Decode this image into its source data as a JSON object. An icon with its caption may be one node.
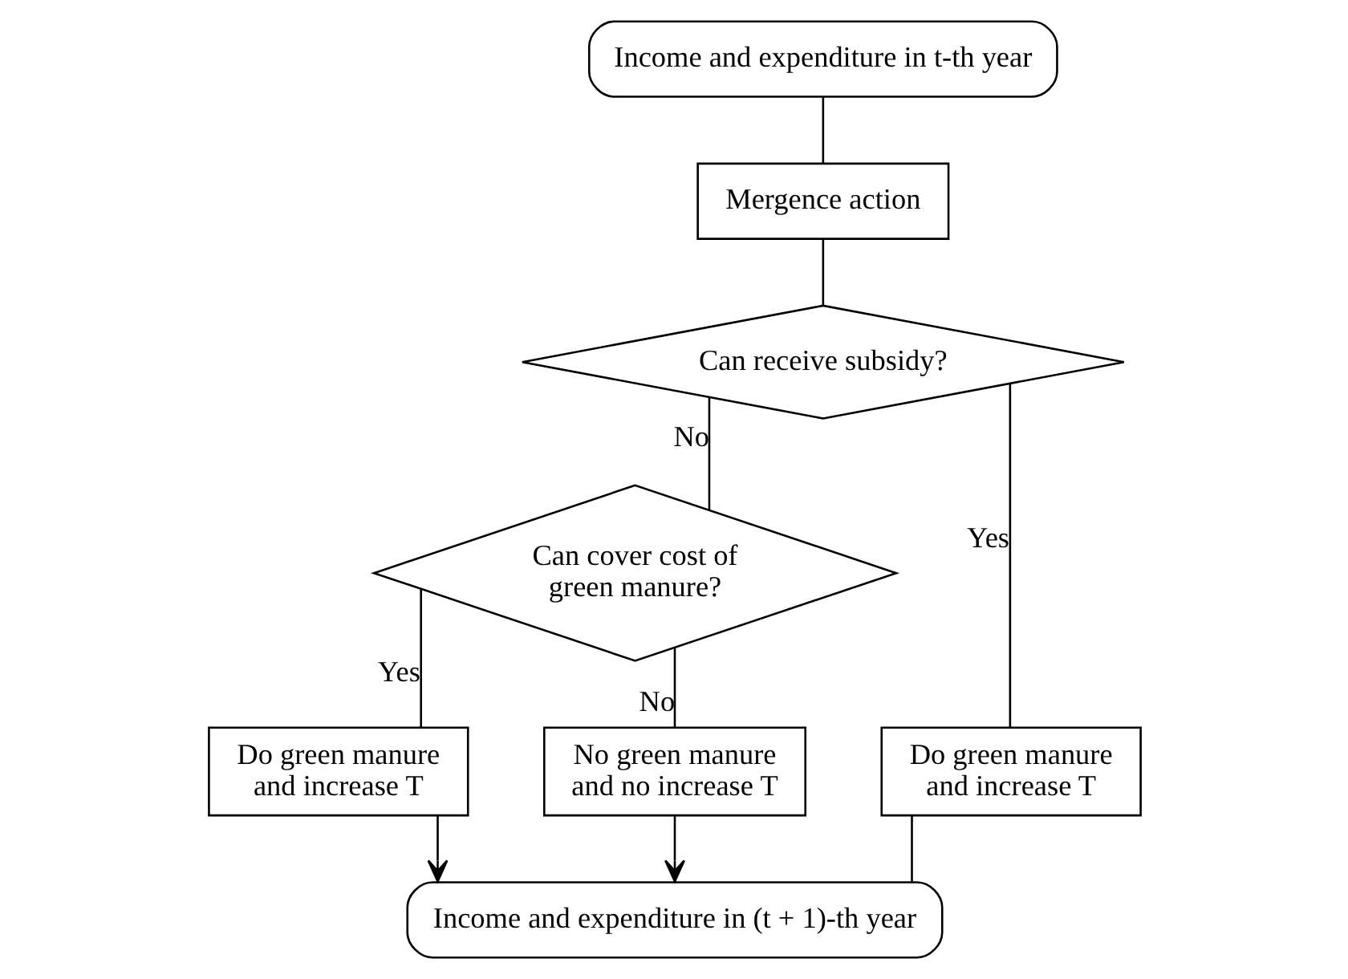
{
  "diagram": {
    "nodes": [
      {
        "text": [
          "Income and expenditure in t-th year"
        ]
      },
      {
        "text": [
          "Mergence action"
        ]
      },
      {
        "text": [
          "Can receive subsidy?"
        ]
      },
      {
        "text": [
          "Can cover cost of green manure?"
        ]
      },
      {
        "text": [
          "Do green manure and increase T"
        ]
      },
      {
        "text": [
          "Do green manure and increase T"
        ]
      },
      {
        "text": [
          "No green manure and no increase T"
        ]
      },
      {
        "text": [
          "Income and expenditure in (t + 1)-th year"
        ]
      }
    ],
    "edges": [
      {
        "from": 0,
        "to": 1,
        "arrow": "none"
      },
      {
        "from": 1,
        "to": 2,
        "arrow": "none"
      },
      {
        "from": 2,
        "to": 3,
        "arrow": "none",
        "label": "No"
      },
      {
        "from": 2,
        "to": 4,
        "arrow": "none",
        "label": "Yes"
      },
      {
        "from": 3,
        "to": 5,
        "arrow": "none",
        "label": "Yes"
      },
      {
        "from": 3,
        "to": 6,
        "arrow": "none",
        "label": "No"
      },
      {
        "from": 4,
        "to": 7,
        "arrow": "none"
      },
      {
        "from": 5,
        "to": 7,
        "arrow": "to"
      },
      {
        "from": 6,
        "to": 7,
        "arrow": "to"
      }
    ]
  }
}
